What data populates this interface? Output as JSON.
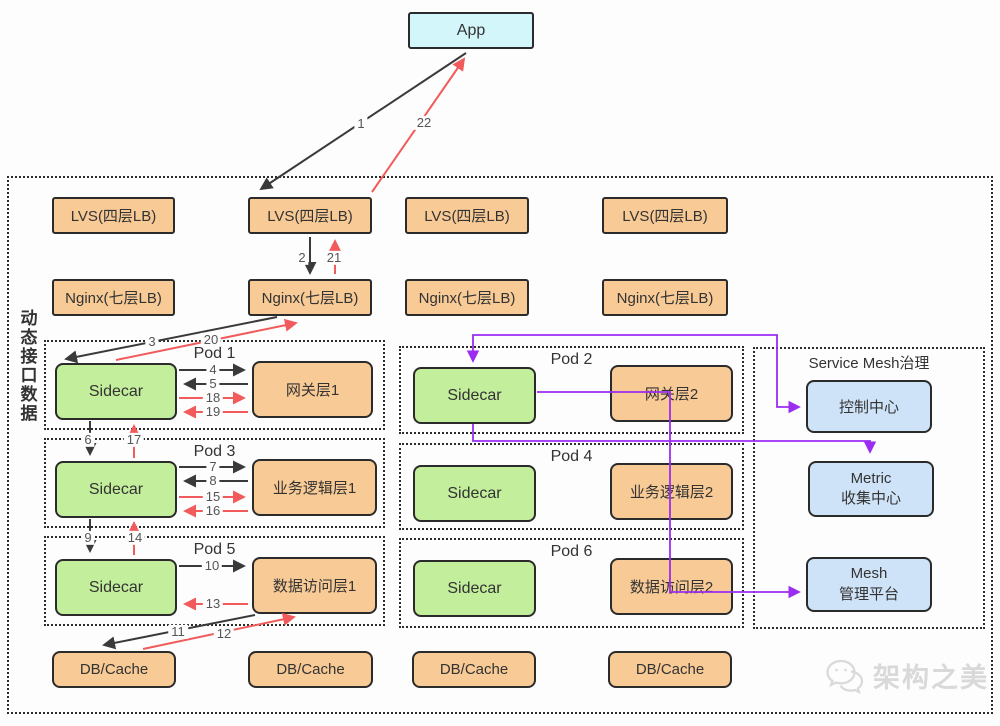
{
  "app": {
    "label": "App"
  },
  "load_balancers": {
    "lvs": [
      "LVS(四层LB)",
      "LVS(四层LB)",
      "LVS(四层LB)",
      "LVS(四层LB)"
    ],
    "nginx": [
      "Nginx(七层LB)",
      "Nginx(七层LB)",
      "Nginx(七层LB)",
      "Nginx(七层LB)"
    ]
  },
  "left_note": "动态接口数据",
  "pods": [
    {
      "title": "Pod 1",
      "sidecar": "Sidecar",
      "service": "网关层1"
    },
    {
      "title": "Pod 2",
      "sidecar": "Sidecar",
      "service": "网关层2"
    },
    {
      "title": "Pod 3",
      "sidecar": "Sidecar",
      "service": "业务逻辑层1"
    },
    {
      "title": "Pod 4",
      "sidecar": "Sidecar",
      "service": "业务逻辑层2"
    },
    {
      "title": "Pod 5",
      "sidecar": "Sidecar",
      "service": "数据访问层1"
    },
    {
      "title": "Pod 6",
      "sidecar": "Sidecar",
      "service": "数据访问层2"
    }
  ],
  "mesh_panel": {
    "title": "Service Mesh治理",
    "control_center": "控制中心",
    "metric_line1": "Metric",
    "metric_line2": "收集中心",
    "mesh_line1": "Mesh",
    "mesh_line2": "管理平台"
  },
  "db_row": [
    "DB/Cache",
    "DB/Cache",
    "DB/Cache",
    "DB/Cache"
  ],
  "flow_labels": [
    "1",
    "2",
    "3",
    "4",
    "5",
    "6",
    "7",
    "8",
    "9",
    "10",
    "11",
    "12",
    "13",
    "14",
    "15",
    "16",
    "17",
    "18",
    "19",
    "20",
    "21",
    "22"
  ],
  "watermark": {
    "text": "架构之美",
    "icon": "wechat-chat-bubbles"
  },
  "colors": {
    "node_orange": "#f8ca96",
    "node_green": "#c3ee9c",
    "node_cyan": "#d2f6fa",
    "node_blue": "#cfe3f8",
    "arrow_black": "#3a3a3a",
    "arrow_red": "#f15b5b",
    "arrow_purple": "#9b2df2",
    "border_dark": "#2b2b2b"
  }
}
